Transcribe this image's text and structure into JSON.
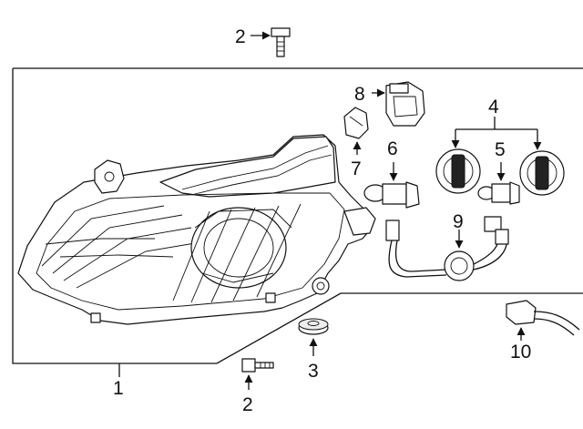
{
  "colors": {
    "ink": "#111111",
    "background": "#ffffff"
  },
  "callouts": {
    "c1": "1",
    "c2_top": "2",
    "c2_bottom": "2",
    "c3": "3",
    "c4": "4",
    "c5": "5",
    "c6": "6",
    "c7": "7",
    "c8": "8",
    "c9": "9",
    "c10": "10"
  }
}
